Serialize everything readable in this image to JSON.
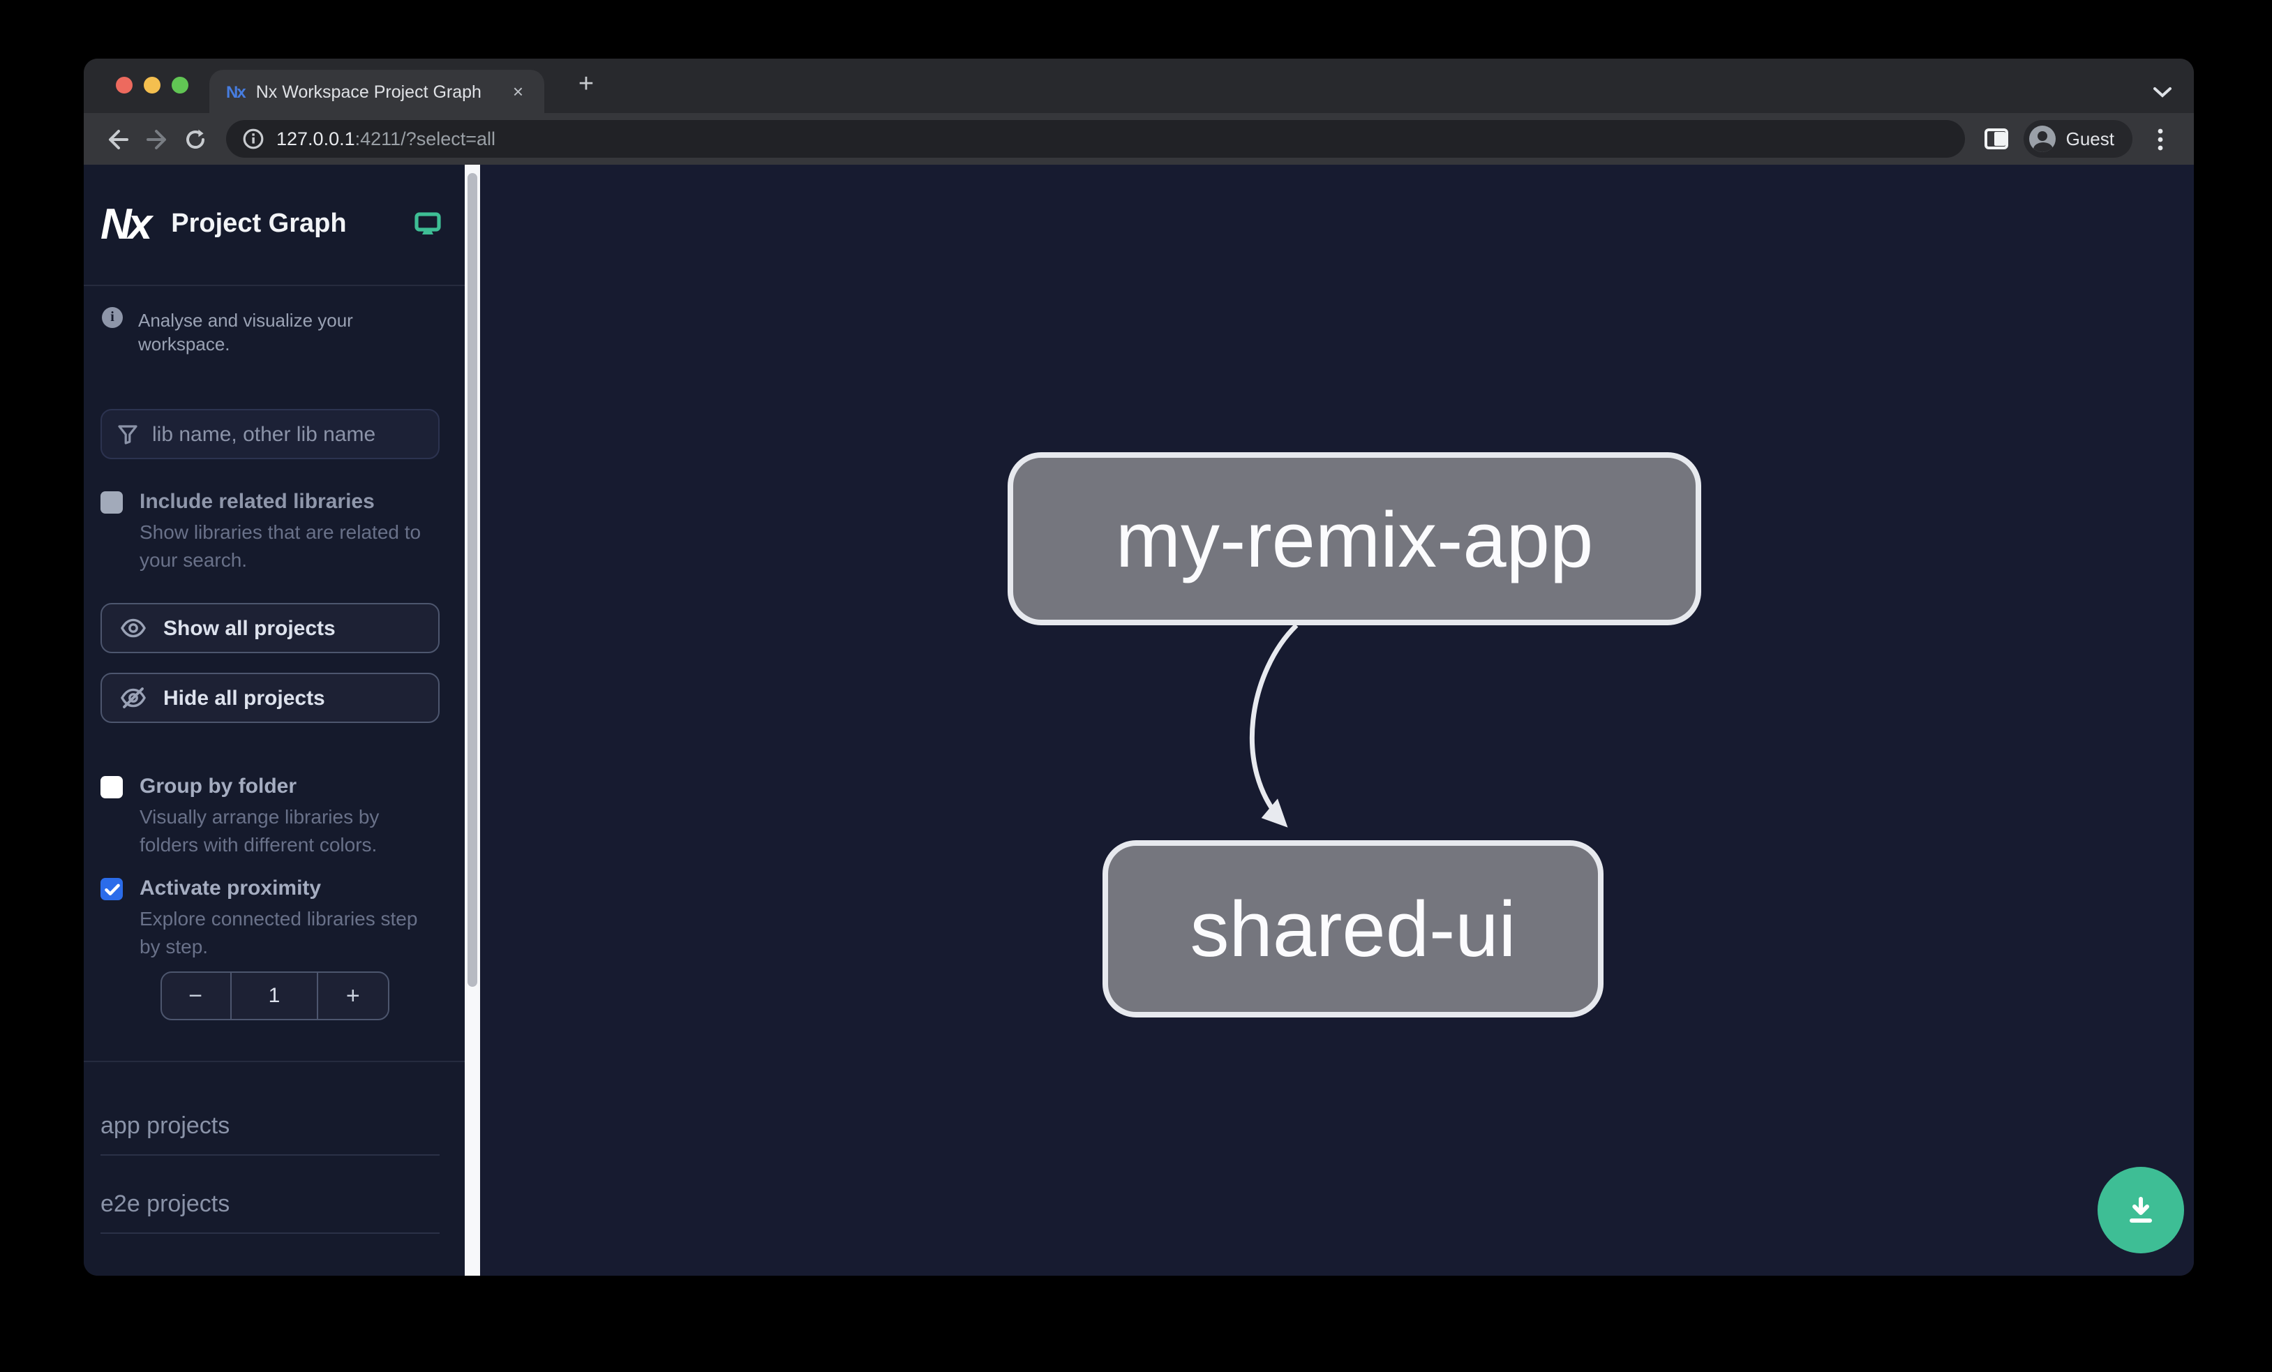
{
  "browser": {
    "tab": {
      "favicon_text": "Nx",
      "title": "Nx Workspace Project Graph",
      "close_glyph": "×"
    },
    "new_tab_glyph": "+",
    "url": {
      "host": "127.0.0.1",
      "rest": ":4211/?select=all"
    },
    "profile_label": "Guest"
  },
  "sidebar": {
    "logo_text": "Nx",
    "app_title": "Project Graph",
    "tagline": "Analyse and visualize your workspace.",
    "search": {
      "placeholder": "lib name, other lib name"
    },
    "toggles": [
      {
        "label": "Include related libraries",
        "description": "Show libraries that are related to your search.",
        "checked": false
      },
      {
        "label": "Group by folder",
        "description": "Visually arrange libraries by folders with different colors.",
        "checked": false
      },
      {
        "label": "Activate proximity",
        "description": "Explore connected libraries step by step.",
        "checked": true
      }
    ],
    "buttons": {
      "show_all": "Show all projects",
      "hide_all": "Hide all projects"
    },
    "stepper": {
      "decrement": "−",
      "value": "1",
      "increment": "+"
    },
    "sections": [
      {
        "title": "app projects"
      },
      {
        "title": "e2e projects"
      }
    ]
  },
  "graph": {
    "nodes": [
      {
        "label": "my-remix-app"
      },
      {
        "label": "shared-ui"
      }
    ],
    "edges": [
      {
        "source": "my-remix-app",
        "target": "shared-ui"
      }
    ]
  },
  "colors": {
    "accent_green": "#3ebe95",
    "proximity_blue": "#2b6cea",
    "node_fill": "#75767e",
    "node_border": "#e7e9ee",
    "canvas_bg": "#171b30",
    "sidebar_bg": "#151a2c",
    "traffic_red": "#ed6a5e",
    "traffic_yellow": "#f4bf4f",
    "traffic_green": "#61c554"
  }
}
